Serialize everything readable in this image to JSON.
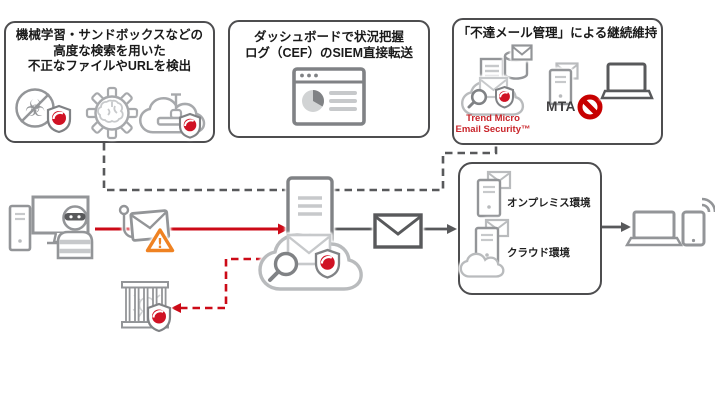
{
  "colors": {
    "box_border": "#4d4d4f",
    "dark_gray": "#58595b",
    "mid_gray": "#939598",
    "light_gray": "#c7c9cb",
    "accent_red": "#cc0a17",
    "trend_micro_red": "#c9252b",
    "warning_orange": "#ef8222"
  },
  "boxes": {
    "detection": {
      "lines": [
        "機械学習・サンドボックスなどの",
        "高度な検索を用いた",
        "不正なファイルやURLを検出"
      ]
    },
    "dashboard": {
      "lines": [
        "ダッシュボードで状況把握",
        "ログ（CEF）のSIEM直接転送"
      ]
    },
    "continuity": {
      "title": "「不達メール管理」による継続維持",
      "mta_label": "MTA",
      "product_lines": [
        "Trend Micro",
        "Email Security™"
      ]
    },
    "environments": {
      "onpremise_label": "オンプレミス環境",
      "cloud_label": "クラウド環境"
    }
  },
  "icons": {
    "malware-blocked-icon": "circle with biohazard and slash + shield",
    "machine-learning-icon": "gear with brain",
    "sandbox-icon": "cloud with shovel and tray + shield",
    "dashboard-icon": "browser window with pie chart and lines",
    "log-document-icon": "paper with lines",
    "mail-store-icon": "database cylinder with envelope",
    "email-security-cloud-icon": "cloud with envelope, magnifier, shield",
    "mta-server-icon": "server tower with envelope",
    "blocked-icon": "red prohibition circle",
    "sender-laptop-icon": "laptop",
    "attacker-icon": "pc tower, monitor and burglar",
    "phishing-mail-icon": "envelope with fishing hook",
    "warning-icon": "orange warning triangle",
    "gateway-server-icon": "server tower",
    "scan-cloud-icon": "cloud with envelope, magnifier, shield",
    "mail-icon": "envelope",
    "quarantine-icon": "jail bars with bug + shield",
    "onpremise-server-icon": "server with envelope",
    "cloud-server-icon": "server with envelope and cloud",
    "user-devices-icon": "laptop, smartphone, wifi waves"
  }
}
